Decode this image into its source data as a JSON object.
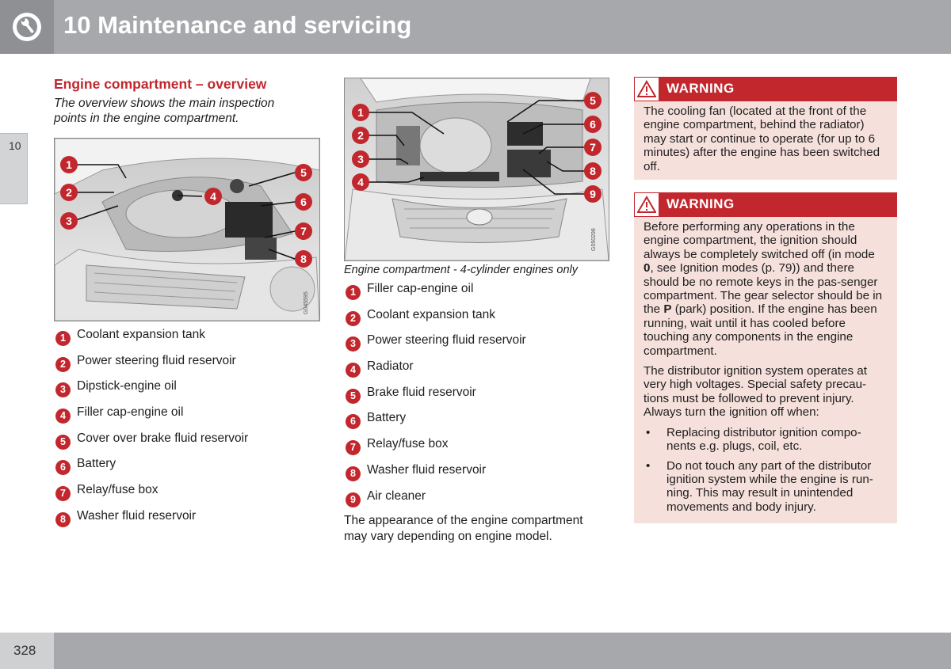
{
  "header": {
    "title": "10 Maintenance and servicing",
    "icon": "wrench-icon"
  },
  "chapter_tab": "10",
  "page_number": "328",
  "section": {
    "title": "Engine compartment – overview",
    "intro": "The overview shows the main inspection points in the engine compartment."
  },
  "figure1": {
    "code": "G045595",
    "callouts": [
      "1",
      "2",
      "3",
      "4",
      "5",
      "6",
      "7",
      "8"
    ]
  },
  "figure2": {
    "code": "G050298",
    "caption": "Engine compartment - 4-cylinder engines only",
    "callouts": [
      "1",
      "2",
      "3",
      "4",
      "5",
      "6",
      "7",
      "8",
      "9"
    ]
  },
  "list1": [
    {
      "num": "1",
      "label": "Coolant expansion tank"
    },
    {
      "num": "2",
      "label": "Power steering fluid reservoir"
    },
    {
      "num": "3",
      "label": "Dipstick-engine oil"
    },
    {
      "num": "4",
      "label": "Filler cap-engine oil"
    },
    {
      "num": "5",
      "label": "Cover over brake fluid reservoir"
    },
    {
      "num": "6",
      "label": "Battery"
    },
    {
      "num": "7",
      "label": "Relay/fuse box"
    },
    {
      "num": "8",
      "label": "Washer fluid reservoir"
    }
  ],
  "list2": [
    {
      "num": "1",
      "label": "Filler cap-engine oil"
    },
    {
      "num": "2",
      "label": "Coolant expansion tank"
    },
    {
      "num": "3",
      "label": "Power steering fluid reservoir"
    },
    {
      "num": "4",
      "label": "Radiator"
    },
    {
      "num": "5",
      "label": "Brake fluid reservoir"
    },
    {
      "num": "6",
      "label": "Battery"
    },
    {
      "num": "7",
      "label": "Relay/fuse box"
    },
    {
      "num": "8",
      "label": "Washer fluid reservoir"
    },
    {
      "num": "9",
      "label": "Air cleaner"
    }
  ],
  "note": "The appearance of the engine compartment may vary depending on engine model.",
  "warning1": {
    "title": "WARNING",
    "icon": "warning-triangle-icon",
    "text": "The cooling fan (located at the front of the engine compartment, behind the radiator) may start or continue to operate (for up to 6 minutes) after the engine has been switched off."
  },
  "warning2": {
    "title": "WARNING",
    "icon": "warning-triangle-icon",
    "p1_a": "Before performing any operations in the engine compartment, the ignition should always be completely switched off (in mode ",
    "p1_b": "0",
    "p1_c": ", see Ignition modes (p. 79)) and there should be no remote keys in the pas-senger compartment. The gear selector should be in the ",
    "p1_d": "P",
    "p1_e": " (park) position. If the engine has been running, wait until it has cooled before touching any components in the engine compartment.",
    "p2": "The distributor ignition system operates at very high voltages. Special safety precau-tions must be followed to prevent injury. Always turn the ignition off when:",
    "bullets": [
      "Replacing distributor ignition compo-nents e.g. plugs, coil, etc.",
      "Do not touch any part of the distributor ignition system while the engine is run-ning. This may result in unintended movements and body injury."
    ]
  },
  "colors": {
    "accent_red": "#c1272d",
    "warning_bg": "#f5e0db",
    "header_gray": "#a7a8ab"
  }
}
